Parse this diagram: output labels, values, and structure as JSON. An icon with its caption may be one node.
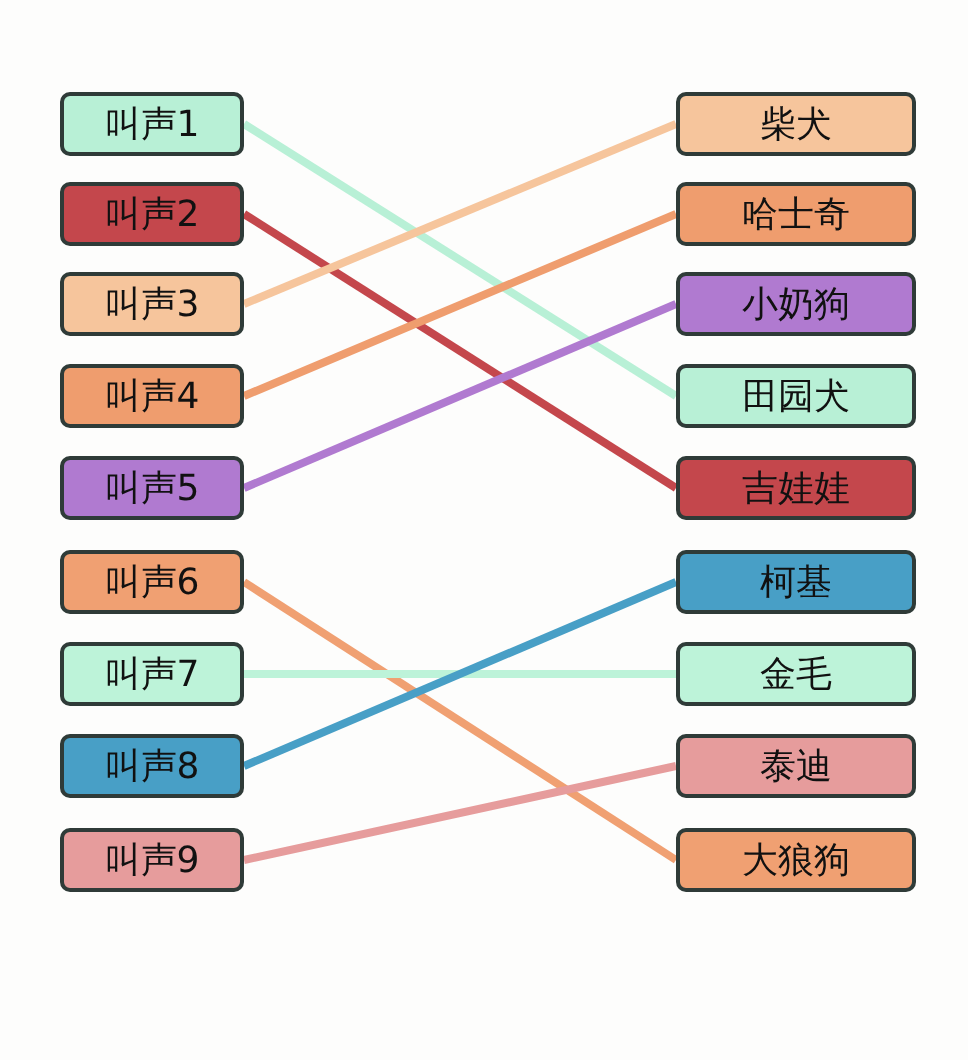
{
  "diagram": {
    "nodes": [
      {
        "text": [
          "叫声1"
        ]
      },
      {
        "text": [
          "叫声2"
        ]
      },
      {
        "text": [
          "叫声3"
        ]
      },
      {
        "text": [
          "叫声4"
        ]
      },
      {
        "text": [
          "叫声5"
        ]
      },
      {
        "text": [
          "叫声6"
        ]
      },
      {
        "text": [
          "叫声7"
        ]
      },
      {
        "text": [
          "叫声8"
        ]
      },
      {
        "text": [
          "叫声9"
        ]
      },
      {
        "text": [
          "柴犬"
        ]
      },
      {
        "text": [
          "哈士奇"
        ]
      },
      {
        "text": [
          "小奶狗"
        ]
      },
      {
        "text": [
          "田园犬"
        ]
      },
      {
        "text": [
          "吉娃娃"
        ]
      },
      {
        "text": [
          "柯基"
        ]
      },
      {
        "text": [
          "金毛"
        ]
      },
      {
        "text": [
          "泰迪"
        ]
      },
      {
        "text": [
          "大狼狗"
        ]
      }
    ],
    "edges": [
      {
        "from": 0,
        "to": 12,
        "arrow": "none",
        "color": "#b8f0d6"
      },
      {
        "from": 1,
        "to": 13,
        "arrow": "none",
        "color": "#c4474c"
      },
      {
        "from": 2,
        "to": 9,
        "arrow": "none",
        "color": "#f6c59c"
      },
      {
        "from": 3,
        "to": 10,
        "arrow": "none",
        "color": "#ef9d6e"
      },
      {
        "from": 4,
        "to": 11,
        "arrow": "none",
        "color": "#b07ad0"
      },
      {
        "from": 5,
        "to": 17,
        "arrow": "none",
        "color": "#f0a072"
      },
      {
        "from": 6,
        "to": 15,
        "arrow": "none",
        "color": "#bdf3d9"
      },
      {
        "from": 7,
        "to": 14,
        "arrow": "none",
        "color": "#489fc6"
      },
      {
        "from": 8,
        "to": 16,
        "arrow": "none",
        "color": "#e69c9c"
      }
    ]
  }
}
